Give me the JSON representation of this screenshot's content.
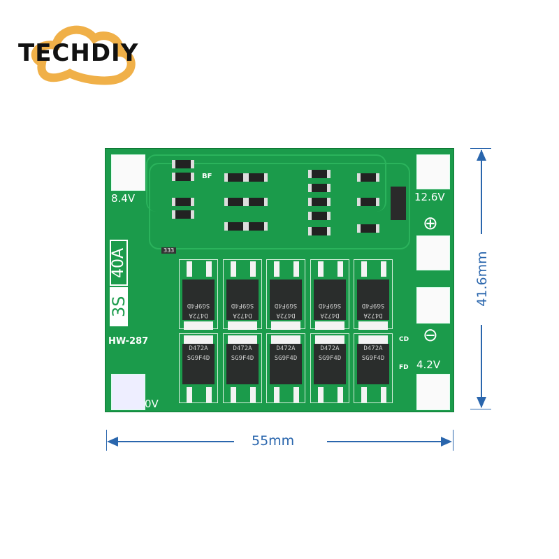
{
  "logo": {
    "text": "TECHDIY",
    "accent": "#f0b048"
  },
  "board": {
    "model": "HW-287",
    "rating_cells": "3S",
    "rating_current": "40A",
    "labels": {
      "left_top": "8.4V",
      "left_bottom": "0V",
      "right_top": "12.6V",
      "right_bottom": "4.2V",
      "plus": "⊕",
      "minus": "⊖",
      "bf": "BF",
      "cd": "CD",
      "fd": "FD",
      "resistor": "333"
    },
    "mosfets_top": [
      "D472A SG9F4D",
      "D472A SG9F4D",
      "D472A SG9F4D",
      "D472A SG9F4D",
      "D472A SG9F4D"
    ],
    "mosfets_bottom": [
      "D472A SG9F4D",
      "D472A SG9F4D",
      "D472A SG9F4D",
      "D472A SG9F4D",
      "D472A SG9F4D"
    ],
    "color": "#1b9b4b"
  },
  "dimensions": {
    "width": "55mm",
    "height": "41.6mm",
    "color": "#2a66ad"
  }
}
